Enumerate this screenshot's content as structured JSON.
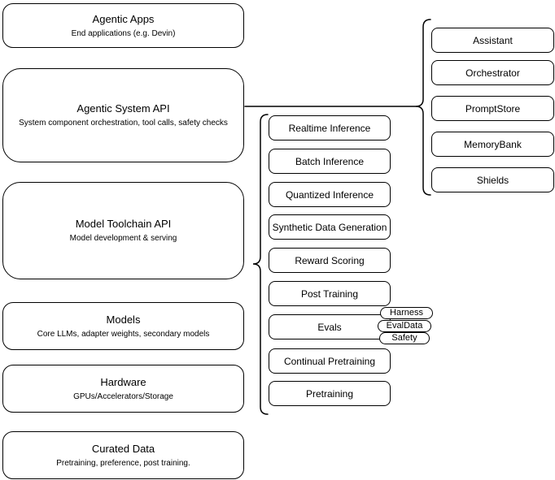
{
  "colors": {
    "stroke": "#000000",
    "background": "#ffffff",
    "text": "#000000"
  },
  "left_stack": [
    {
      "title": "Agentic Apps",
      "subtitle": "End applications (e.g. Devin)"
    },
    {
      "title": "Agentic System API",
      "subtitle": "System component orchestration, tool calls, safety checks"
    },
    {
      "title": "Model Toolchain API",
      "subtitle": "Model development & serving"
    },
    {
      "title": "Models",
      "subtitle": "Core LLMs, adapter weights, secondary models"
    },
    {
      "title": "Hardware",
      "subtitle": "GPUs/Accelerators/Storage"
    },
    {
      "title": "Curated Data",
      "subtitle": "Pretraining, preference, post training."
    }
  ],
  "toolchain": {
    "items": [
      "Realtime Inference",
      "Batch Inference",
      "Quantized Inference",
      "Synthetic Data Generation",
      "Reward Scoring",
      "Post Training",
      "Evals",
      "Continual Pretraining",
      "Pretraining"
    ]
  },
  "evals_tags": [
    "Harness",
    "EvalData",
    "Safety"
  ],
  "system_components": [
    "Assistant",
    "Orchestrator",
    "PromptStore",
    "MemoryBank",
    "Shields"
  ]
}
